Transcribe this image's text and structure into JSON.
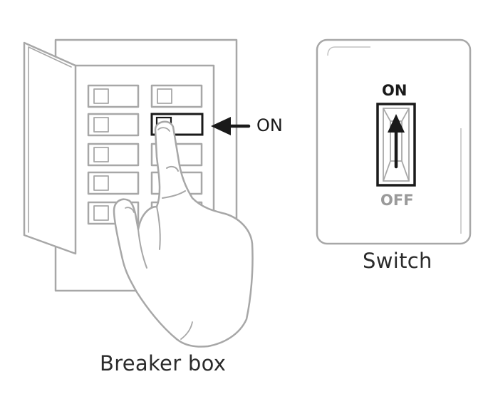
{
  "labels": {
    "breaker_box": "Breaker box",
    "switch": "Switch",
    "on_arrow": "ON",
    "switch_on": "ON",
    "switch_off": "OFF"
  },
  "icons": {
    "pointer": "arrow-left-icon",
    "toggle": "arrow-up-icon"
  },
  "colors": {
    "line_gray": "#a7a7a7",
    "highlight": "#1a1a1a",
    "off_text": "#9a9a9a"
  }
}
